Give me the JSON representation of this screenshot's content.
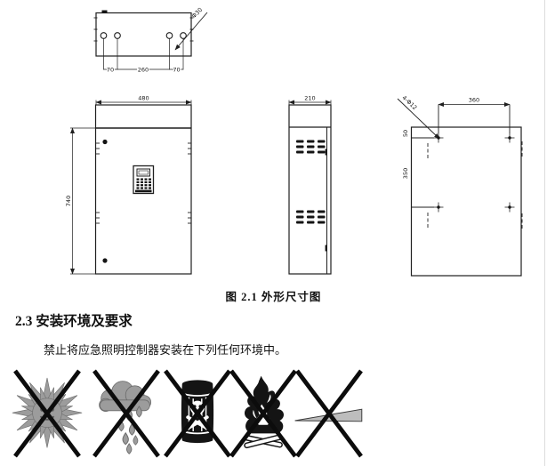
{
  "figure": {
    "caption": "图 2.1 外形尺寸图",
    "top_view": {
      "dim_left": "70",
      "dim_mid": "260",
      "dim_right": "70",
      "hole_label": "Φ30"
    },
    "front_view": {
      "dim_width": "480",
      "dim_height": "740"
    },
    "side_view": {
      "dim_width": "210"
    },
    "mounting_view": {
      "dim_width": "360",
      "dim_top_offset": "50",
      "dim_hole_spacing": "350",
      "holes_label": "4-Φ12"
    }
  },
  "section": {
    "heading": "2.3 安装环境及要求",
    "body_text": "禁止将应急照明控制器安装在下列任何环境中。"
  },
  "prohibition_icons": [
    {
      "name": "direct-sunlight-prohibited"
    },
    {
      "name": "rain-moisture-prohibited"
    },
    {
      "name": "explosive-materials-prohibited"
    },
    {
      "name": "open-flame-prohibited"
    },
    {
      "name": "tilted-surface-prohibited"
    }
  ],
  "colors": {
    "line": "#1f1f1f",
    "icon_gray": "#9c9c9c",
    "icon_dark": "#141414"
  }
}
